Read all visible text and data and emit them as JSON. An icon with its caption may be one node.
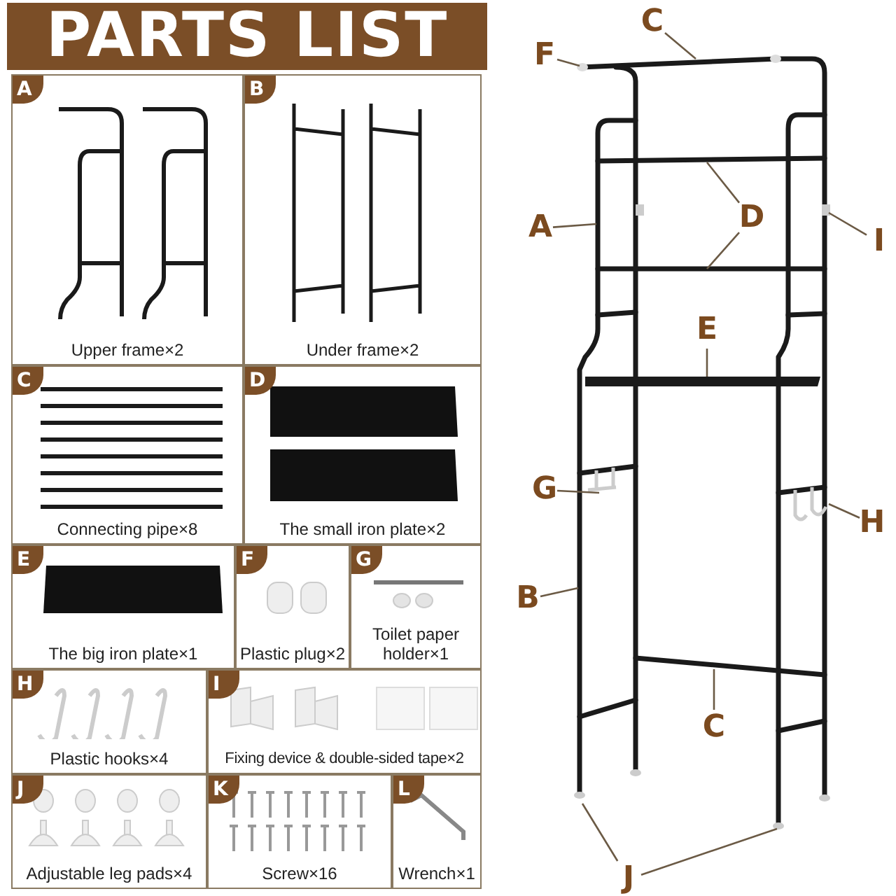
{
  "diagram": {
    "title": "PARTS LIST",
    "nodes": [
      {
        "text": [
          "A",
          "Upper frame×2"
        ]
      },
      {
        "text": [
          "B",
          "Under frame×2"
        ]
      },
      {
        "text": [
          "C",
          "Connecting pipe×8"
        ]
      },
      {
        "text": [
          "D",
          "The small iron plate×2"
        ]
      },
      {
        "text": [
          "E",
          "The big iron plate×1"
        ]
      },
      {
        "text": [
          "F",
          "Plastic plug×2"
        ]
      },
      {
        "text": [
          "G",
          "Toilet paper holder×1"
        ]
      },
      {
        "text": [
          "H",
          "Plastic hooks×4"
        ]
      },
      {
        "text": [
          "I",
          "Fixing device & double-sided tape×2"
        ]
      },
      {
        "text": [
          "J",
          "Adjustable leg pads×4"
        ]
      },
      {
        "text": [
          "K",
          "Screw×16"
        ]
      },
      {
        "text": [
          "L",
          "Wrench×1"
        ]
      },
      {
        "text": [
          "C"
        ]
      },
      {
        "text": [
          "F"
        ]
      },
      {
        "text": [
          "A"
        ]
      },
      {
        "text": [
          "D"
        ]
      },
      {
        "text": [
          "I"
        ]
      },
      {
        "text": [
          "E"
        ]
      },
      {
        "text": [
          "G"
        ]
      },
      {
        "text": [
          "H"
        ]
      },
      {
        "text": [
          "B"
        ]
      },
      {
        "text": [
          "C"
        ]
      },
      {
        "text": [
          "J"
        ]
      }
    ],
    "edges": [
      {
        "from": 12,
        "to": null,
        "arrow": "none"
      },
      {
        "from": 13,
        "to": null,
        "arrow": "none"
      },
      {
        "from": 14,
        "to": null,
        "arrow": "none"
      },
      {
        "from": 15,
        "to": null,
        "arrow": "none"
      },
      {
        "from": 15,
        "to": null,
        "arrow": "none"
      },
      {
        "from": 16,
        "to": null,
        "arrow": "none"
      },
      {
        "from": 17,
        "to": null,
        "arrow": "none"
      },
      {
        "from": 18,
        "to": null,
        "arrow": "none"
      },
      {
        "from": 19,
        "to": null,
        "arrow": "none"
      },
      {
        "from": 20,
        "to": null,
        "arrow": "none"
      },
      {
        "from": 21,
        "to": null,
        "arrow": "none"
      },
      {
        "from": 22,
        "to": null,
        "arrow": "none"
      },
      {
        "from": 22,
        "to": null,
        "arrow": "none"
      }
    ]
  }
}
